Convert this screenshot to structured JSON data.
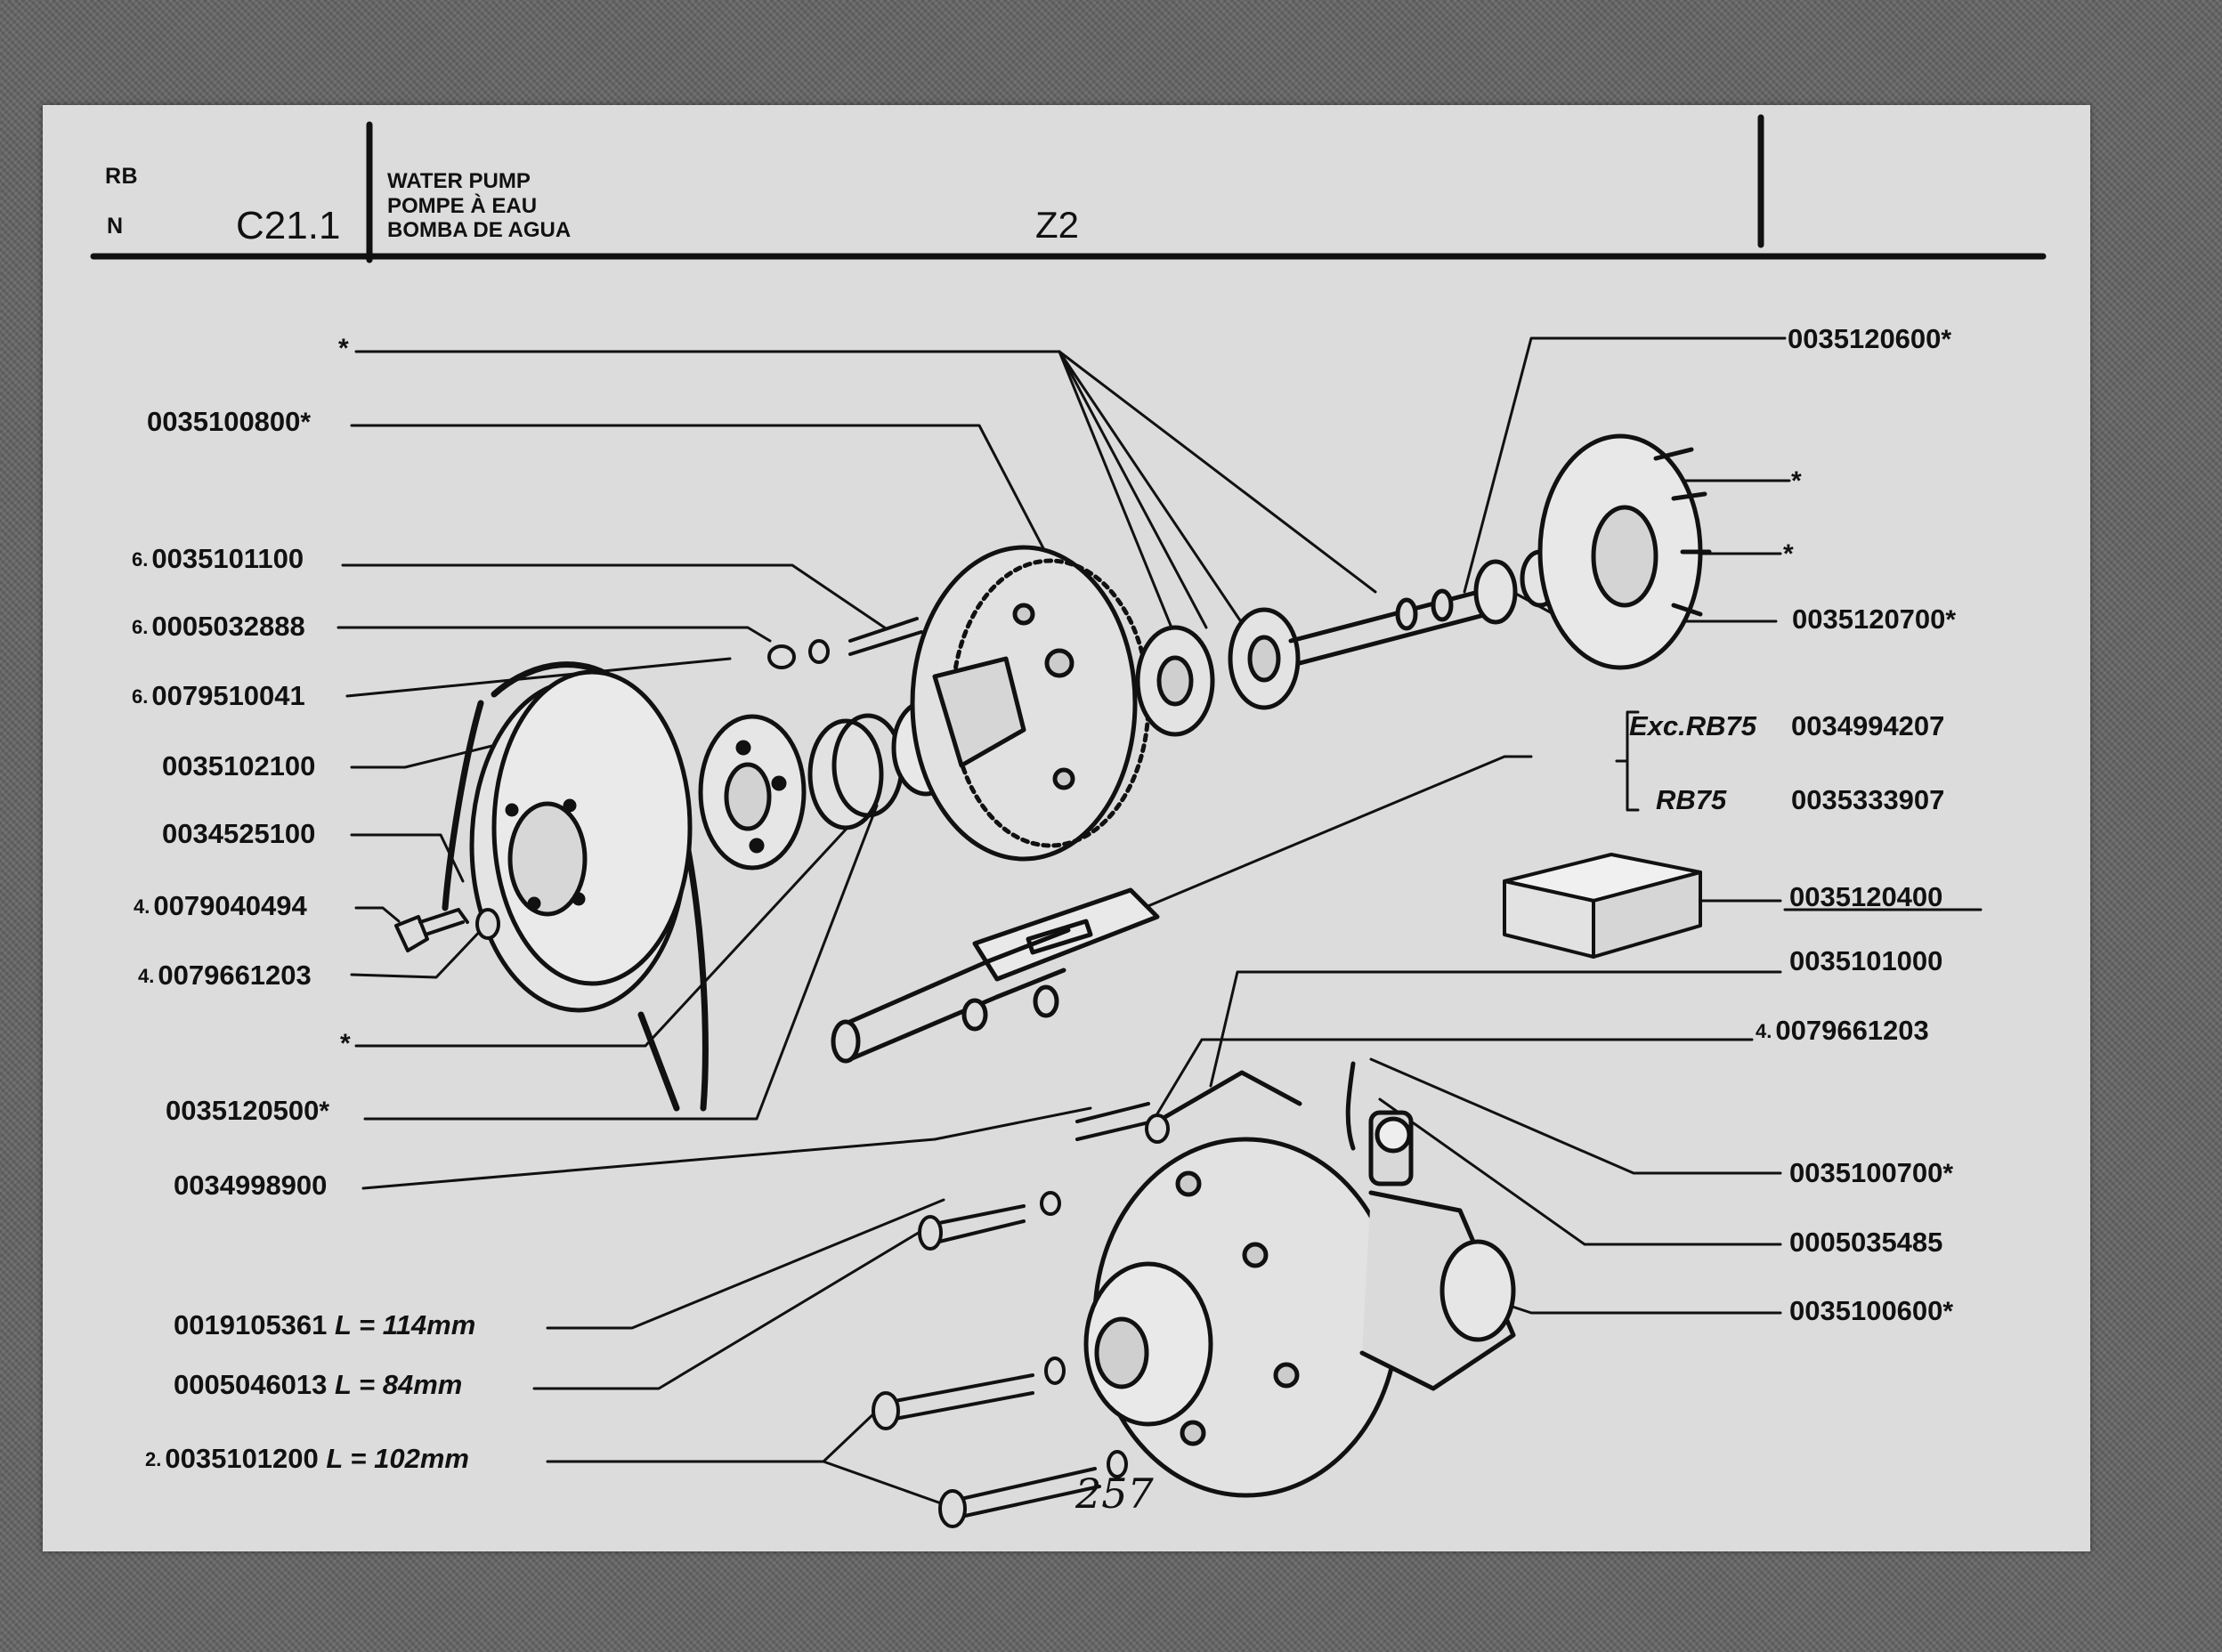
{
  "header": {
    "model": "RB",
    "variant": "N",
    "section_code": "C21.1",
    "title_en": "WATER PUMP",
    "title_fr": "POMPE À EAU",
    "title_es": "BOMBA DE AGUA",
    "group": "Z2"
  },
  "left_labels": [
    {
      "qty": "",
      "code": "",
      "star": "*"
    },
    {
      "qty": "",
      "code": "0035100800",
      "star": "*"
    },
    {
      "qty": "6.",
      "code": "0035101100",
      "star": ""
    },
    {
      "qty": "6.",
      "code": "0005032888",
      "star": ""
    },
    {
      "qty": "6.",
      "code": "0079510041",
      "star": ""
    },
    {
      "qty": "",
      "code": "0035102100",
      "star": ""
    },
    {
      "qty": "",
      "code": "0034525100",
      "star": ""
    },
    {
      "qty": "4.",
      "code": "0079040494",
      "star": ""
    },
    {
      "qty": "4.",
      "code": "0079661203",
      "star": ""
    },
    {
      "qty": "",
      "code": "",
      "star": "*"
    },
    {
      "qty": "",
      "code": "0035120500",
      "star": "*"
    },
    {
      "qty": "",
      "code": "0034998900",
      "star": ""
    }
  ],
  "bolt_labels": [
    {
      "qty": "",
      "code": "0019105361",
      "length": "L = 114mm"
    },
    {
      "qty": "",
      "code": "0005046013",
      "length": "L = 84mm"
    },
    {
      "qty": "2.",
      "code": "0035101200",
      "length": "L = 102mm"
    }
  ],
  "right_labels": [
    {
      "qty": "",
      "code": "0035120600",
      "star": "*"
    },
    {
      "qty": "",
      "code": "",
      "star": "*"
    },
    {
      "qty": "",
      "code": "",
      "star": "*"
    },
    {
      "qty": "",
      "code": "0035120700",
      "star": "*"
    },
    {
      "qty": "",
      "code": "0035120400",
      "star": ""
    },
    {
      "qty": "",
      "code": "0035101000",
      "star": ""
    },
    {
      "qty": "4.",
      "code": "0079661203",
      "star": ""
    },
    {
      "qty": "",
      "code": "0035100700",
      "star": "*"
    },
    {
      "qty": "",
      "code": "0005035485",
      "star": ""
    },
    {
      "qty": "",
      "code": "0035100600",
      "star": "*"
    }
  ],
  "gasket_variants": [
    {
      "model": "Exc.RB75",
      "code": "0034994207"
    },
    {
      "model": "RB75",
      "code": "0035333907"
    }
  ],
  "handwritten_note": "257"
}
